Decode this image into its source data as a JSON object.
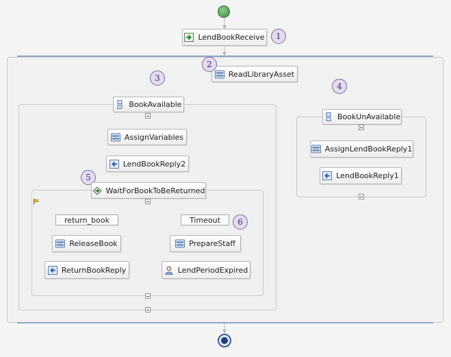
{
  "colors": {
    "start": "#4f9a4f",
    "end": "#1d3f7a",
    "connector": "#7a1f8f",
    "wire": "#b8b8b8",
    "badge": "#e3dcef"
  },
  "activities": {
    "lend_book_receive": "LendBookReceive",
    "read_library_asset": "ReadLibraryAsset",
    "book_available": "BookAvailable",
    "book_unavailable": "BookUnAvailable",
    "assign_variables": "AssignVariables",
    "lend_book_reply2": "LendBookReply2",
    "wait_for_book": "WaitForBookToBeReturned",
    "assign_lend_book_reply1": "AssignLendBookReply1",
    "lend_book_reply1": "LendBookReply1",
    "release_book": "ReleaseBook",
    "return_book_reply": "ReturnBookReply",
    "prepare_staff": "PrepareStaff",
    "lend_period_expired": "LendPeriodExpired"
  },
  "branch_labels": {
    "return_book": "return_book",
    "timeout": "Timeout"
  },
  "badges": [
    "1",
    "2",
    "3",
    "4",
    "5",
    "6"
  ],
  "icons": {
    "receive": "receive-arrow-icon",
    "assign": "assign-icon",
    "switch": "switch-case-icon",
    "reply": "reply-arrow-icon",
    "pick": "pick-diamond-icon",
    "human_task": "person-icon",
    "flag": "flag-icon"
  }
}
